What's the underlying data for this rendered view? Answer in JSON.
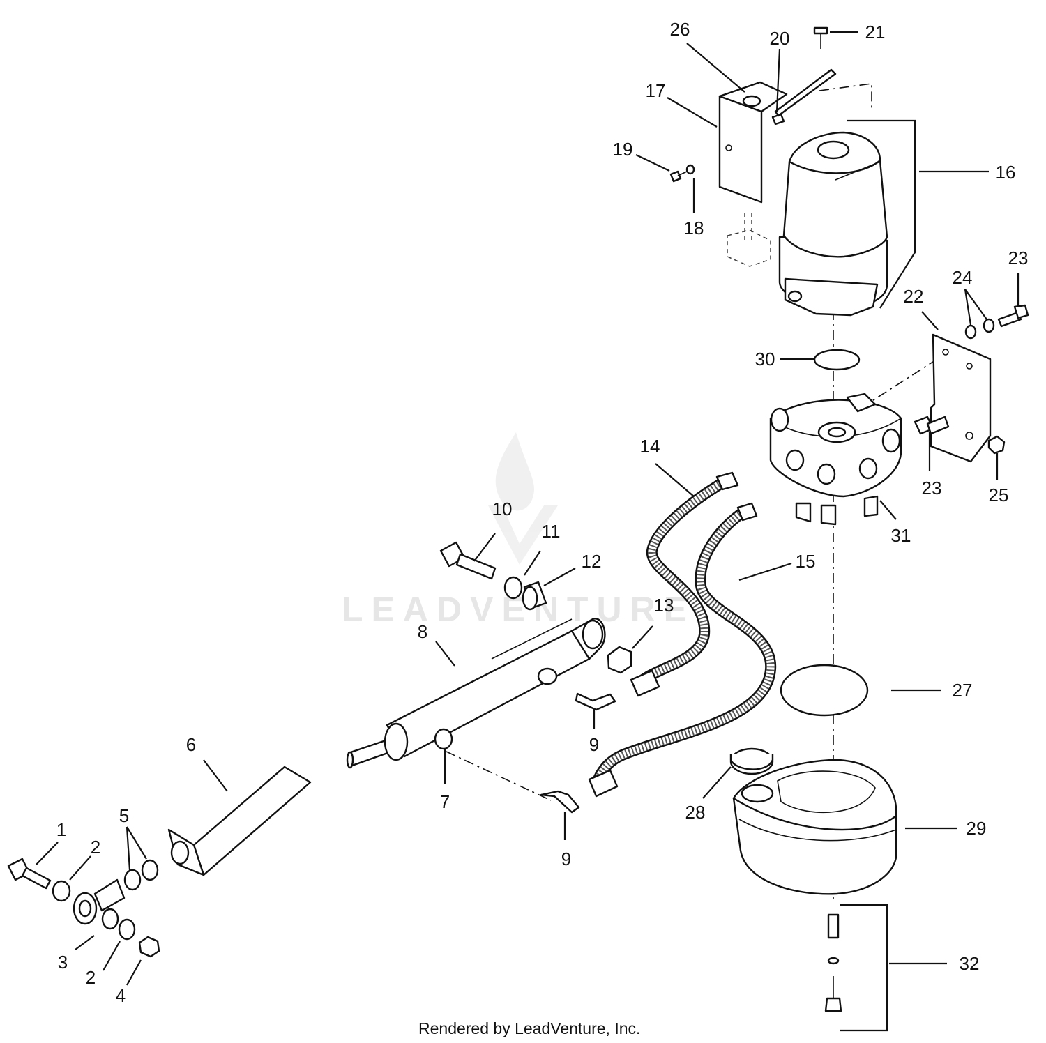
{
  "watermark_text": "LEADVENTURE",
  "footer_text": "Rendered by LeadVenture, Inc.",
  "callouts": [
    {
      "id": "c1",
      "label": "1"
    },
    {
      "id": "c2a",
      "label": "2"
    },
    {
      "id": "c2b",
      "label": "2"
    },
    {
      "id": "c3",
      "label": "3"
    },
    {
      "id": "c4",
      "label": "4"
    },
    {
      "id": "c5",
      "label": "5"
    },
    {
      "id": "c6",
      "label": "6"
    },
    {
      "id": "c7",
      "label": "7"
    },
    {
      "id": "c8",
      "label": "8"
    },
    {
      "id": "c9a",
      "label": "9"
    },
    {
      "id": "c9b",
      "label": "9"
    },
    {
      "id": "c10",
      "label": "10"
    },
    {
      "id": "c11",
      "label": "11"
    },
    {
      "id": "c12",
      "label": "12"
    },
    {
      "id": "c13",
      "label": "13"
    },
    {
      "id": "c14",
      "label": "14"
    },
    {
      "id": "c15",
      "label": "15"
    },
    {
      "id": "c16",
      "label": "16"
    },
    {
      "id": "c17",
      "label": "17"
    },
    {
      "id": "c18",
      "label": "18"
    },
    {
      "id": "c19",
      "label": "19"
    },
    {
      "id": "c20",
      "label": "20"
    },
    {
      "id": "c21",
      "label": "21"
    },
    {
      "id": "c22",
      "label": "22"
    },
    {
      "id": "c23a",
      "label": "23"
    },
    {
      "id": "c23b",
      "label": "23"
    },
    {
      "id": "c24",
      "label": "24"
    },
    {
      "id": "c25",
      "label": "25"
    },
    {
      "id": "c26",
      "label": "26"
    },
    {
      "id": "c27",
      "label": "27"
    },
    {
      "id": "c28",
      "label": "28"
    },
    {
      "id": "c29",
      "label": "29"
    },
    {
      "id": "c30",
      "label": "30"
    },
    {
      "id": "c31",
      "label": "31"
    },
    {
      "id": "c32",
      "label": "32"
    }
  ]
}
